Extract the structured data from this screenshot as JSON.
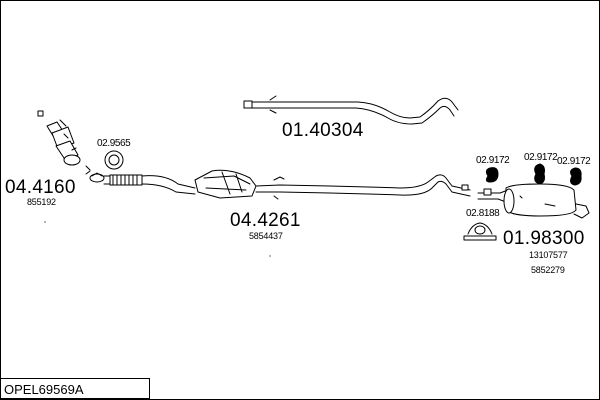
{
  "title": "OPEL69569A",
  "parts": {
    "front_pipe": {
      "number": "04.4160",
      "oe": "855192"
    },
    "catalyst": {
      "number": "04.4261",
      "oe": "5854437"
    },
    "tail_pipe": {
      "number": "01.40304"
    },
    "rear_silencer": {
      "number": "01.98300",
      "oe_1": "13107577",
      "oe_2": "5852279"
    },
    "gasket": {
      "number": "02.9565"
    },
    "clamp": {
      "number": "02.8188"
    },
    "rubber_mount_1": {
      "number": "02.9172"
    },
    "rubber_mount_2": {
      "number": "02.9172"
    },
    "rubber_mount_3": {
      "number": "02.9172"
    }
  }
}
